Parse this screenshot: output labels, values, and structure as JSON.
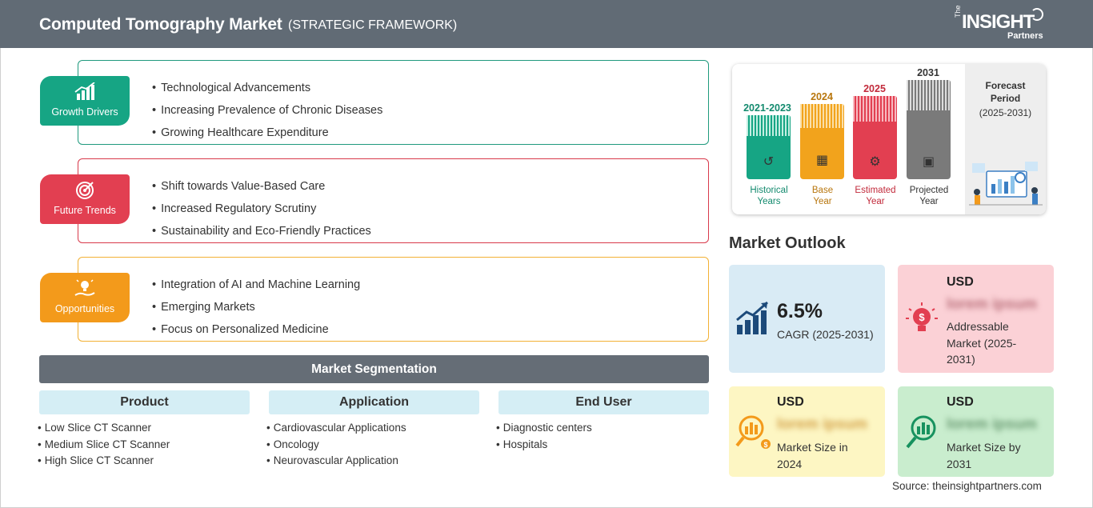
{
  "header": {
    "title": "Computed Tomography Market",
    "subtitle": "(STRATEGIC FRAMEWORK)",
    "logo": {
      "the": "The",
      "insight": "INSIGHT",
      "partners": "Partners"
    }
  },
  "framework": {
    "growth_drivers": {
      "label": "Growth Drivers",
      "color": "#16a584",
      "items": [
        "Technological Advancements",
        "Increasing Prevalence of Chronic Diseases",
        "Growing Healthcare Expenditure"
      ]
    },
    "future_trends": {
      "label": "Future Trends",
      "color": "#e23f51",
      "items": [
        "Shift towards Value-Based Care",
        "Increased Regulatory Scrutiny",
        "Sustainability and Eco-Friendly Practices"
      ]
    },
    "opportunities": {
      "label": "Opportunities",
      "color": "#f39a1b",
      "items": [
        "Integration of AI and Machine Learning",
        "Emerging Markets",
        "Focus on Personalized Medicine"
      ]
    }
  },
  "segmentation": {
    "title": "Market Segmentation",
    "columns": [
      {
        "heading": "Product",
        "items": [
          "Low Slice CT Scanner",
          "Medium Slice CT Scanner",
          "High Slice CT Scanner"
        ]
      },
      {
        "heading": "Application",
        "items": [
          "Cardiovascular Applications",
          "Oncology",
          "Neurovascular Application"
        ]
      },
      {
        "heading": "End User",
        "items": [
          "Diagnostic centers",
          "Hospitals"
        ]
      }
    ]
  },
  "timeline": {
    "periods": [
      {
        "year": "2021-2023",
        "caption_line1": "Historical",
        "caption_line2": "Years",
        "color": "#16a584",
        "icon": "history-icon"
      },
      {
        "year": "2024",
        "caption_line1": "Base",
        "caption_line2": "Year",
        "color": "#f2a31c",
        "icon": "calendar-icon"
      },
      {
        "year": "2025",
        "caption_line1": "Estimated",
        "caption_line2": "Year",
        "color": "#e23f51",
        "icon": "estimate-icon"
      },
      {
        "year": "2031",
        "caption_line1": "Projected",
        "caption_line2": "Year",
        "color": "#7a7a7a",
        "icon": "presentation-icon"
      }
    ],
    "forecast": {
      "line1": "Forecast",
      "line2": "Period",
      "line3": "(2025-2031)"
    }
  },
  "outlook": {
    "title": "Market Outlook",
    "cagr": {
      "value": "6.5%",
      "label": "CAGR (2025-2031)"
    },
    "addressable": {
      "currency": "USD",
      "value": "lorem ipsum",
      "line1": "Addressable",
      "line2": "Market (2025-",
      "line3": "2031)"
    },
    "size_2024": {
      "currency": "USD",
      "value": "lorem ipsum",
      "line1": "Market Size in",
      "line2": "2024"
    },
    "size_2031": {
      "currency": "USD",
      "value": "lorem ipsum",
      "line1": "Market Size by",
      "line2": "2031"
    }
  },
  "source": "Source: theinsightpartners.com"
}
